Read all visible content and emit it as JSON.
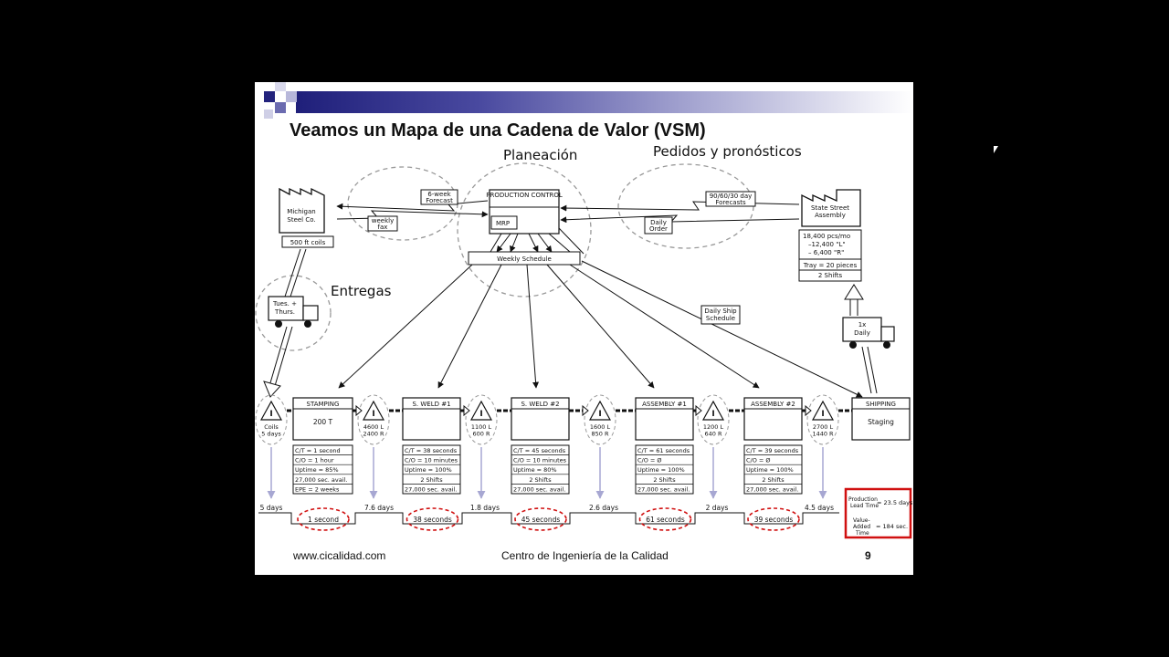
{
  "slide": {
    "title": "Veamos un Mapa de una Cadena de Valor (VSM)",
    "labels": {
      "planeacion": "Planeación",
      "pedidos": "Pedidos y pronósticos",
      "entregas": "Entregas"
    },
    "footer": {
      "website": "www.cicalidad.com",
      "center": "Centro de Ingeniería de la Calidad",
      "page": "9"
    }
  },
  "vsm": {
    "production_control": "PRODUCTION CONTROL",
    "mrp": "MRP",
    "weekly_schedule": "Weekly Schedule",
    "daily_ship_schedule": [
      "Daily Ship",
      "Schedule"
    ],
    "supplier": {
      "name": [
        "Michigan",
        "Steel Co."
      ],
      "coils": "500 ft coils",
      "forecast": [
        "6-week",
        "Forecast"
      ],
      "fax": [
        "weekly",
        "fax"
      ],
      "delivery": [
        "Tues. +",
        "Thurs."
      ]
    },
    "customer": {
      "name": [
        "State Street",
        "Assembly"
      ],
      "forecast": [
        "90/60/30 day",
        "Forecasts"
      ],
      "order": [
        "Daily",
        "Order"
      ],
      "requirements": [
        "18,400 pcs/mo",
        "–12,400 \"L\"",
        "– 6,400 \"R\""
      ],
      "tray": "Tray = 20 pieces",
      "shifts": "2 Shifts",
      "shipment": [
        "1x",
        "Daily"
      ]
    },
    "inventories": [
      {
        "lines": [
          "Coils",
          "5 days"
        ]
      },
      {
        "lines": [
          "4600 L",
          "2400 R"
        ]
      },
      {
        "lines": [
          "1100 L",
          "600 R"
        ]
      },
      {
        "lines": [
          "1600 L",
          "850 R"
        ]
      },
      {
        "lines": [
          "1200 L",
          "640 R"
        ]
      },
      {
        "lines": [
          "2700 L",
          "1440 R"
        ]
      }
    ],
    "processes": [
      {
        "name": "STAMPING",
        "inner": "200 T",
        "data": [
          "C/T = 1 second",
          "C/O = 1 hour",
          "Uptime = 85%",
          "27,000 sec. avail.",
          "EPE = 2 weeks"
        ]
      },
      {
        "name": "S. WELD #1",
        "inner": "",
        "data": [
          "C/T = 38 seconds",
          "C/O = 10 minutes",
          "Uptime = 100%",
          "2 Shifts",
          "27,000 sec. avail."
        ]
      },
      {
        "name": "S. WELD #2",
        "inner": "",
        "data": [
          "C/T = 45 seconds",
          "C/O = 10 minutes",
          "Uptime = 80%",
          "2 Shifts",
          "27,000 sec. avail."
        ]
      },
      {
        "name": "ASSEMBLY #1",
        "inner": "",
        "data": [
          "C/T = 61 seconds",
          "C/O = Ø",
          "Uptime = 100%",
          "2 Shifts",
          "27,000 sec. avail."
        ]
      },
      {
        "name": "ASSEMBLY #2",
        "inner": "",
        "data": [
          "C/T = 39 seconds",
          "C/O = Ø",
          "Uptime = 100%",
          "2 Shifts",
          "27,000 sec. avail."
        ]
      },
      {
        "name": "SHIPPING",
        "inner": "Staging",
        "data": []
      }
    ],
    "timeline": {
      "waits": [
        "5 days",
        "7.6 days",
        "1.8 days",
        "2.6 days",
        "2 days",
        "4.5 days"
      ],
      "cycles": [
        "1 second",
        "38 seconds",
        "45 seconds",
        "61 seconds",
        "39 seconds"
      ]
    },
    "summary": {
      "lead_label": [
        "Production",
        "Lead Time"
      ],
      "lead_value": "= 23.5 days",
      "va_label": [
        "Value-",
        "Added",
        "Time"
      ],
      "va_value": "= 184 sec."
    },
    "colors": {
      "accent_red": "#d01010",
      "label_gray": "#8a8fb0",
      "arrow_purple": "#a7a7d2"
    }
  }
}
